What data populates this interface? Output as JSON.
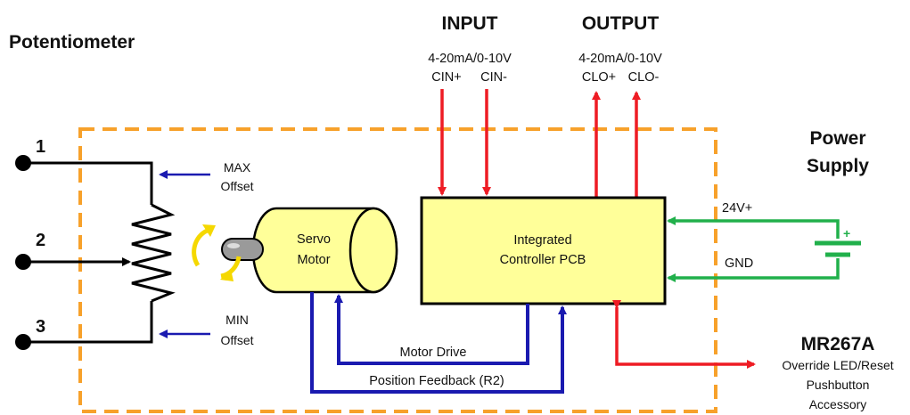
{
  "labels": {
    "potentiometer": "Potentiometer",
    "input": "INPUT",
    "output": "OUTPUT",
    "input_range": "4-20mA/0-10V",
    "output_range": "4-20mA/0-10V",
    "cin_plus": "CIN+",
    "cin_minus": "CIN-",
    "clo_plus": "CLO+",
    "clo_minus": "CLO-",
    "power_supply_line1": "Power",
    "power_supply_line2": "Supply",
    "v24_plus": "24V+",
    "gnd": "GND",
    "battery_plus": "+",
    "pin1": "1",
    "pin2": "2",
    "pin3": "3",
    "max_offset_line1": "MAX",
    "max_offset_line2": "Offset",
    "min_offset_line1": "MIN",
    "min_offset_line2": "Offset",
    "servo_line1": "Servo",
    "servo_line2": "Motor",
    "pcb_line1": "Integrated",
    "pcb_line2": "Controller PCB",
    "motor_drive": "Motor Drive",
    "position_feedback": "Position Feedback (R2)",
    "accessory_title": "MR267A",
    "accessory_line1": "Override LED/Reset",
    "accessory_line2": "Pushbutton",
    "accessory_line3": "Accessory"
  },
  "colors": {
    "boundary_dashed": "#f7a12b",
    "box_fill": "#ffff99",
    "signal_red": "#ee1c24",
    "feedback_blue": "#1a1ab0",
    "power_green": "#21b04b",
    "wire_black": "#000000",
    "rotation_arrow": "#f5d800"
  }
}
